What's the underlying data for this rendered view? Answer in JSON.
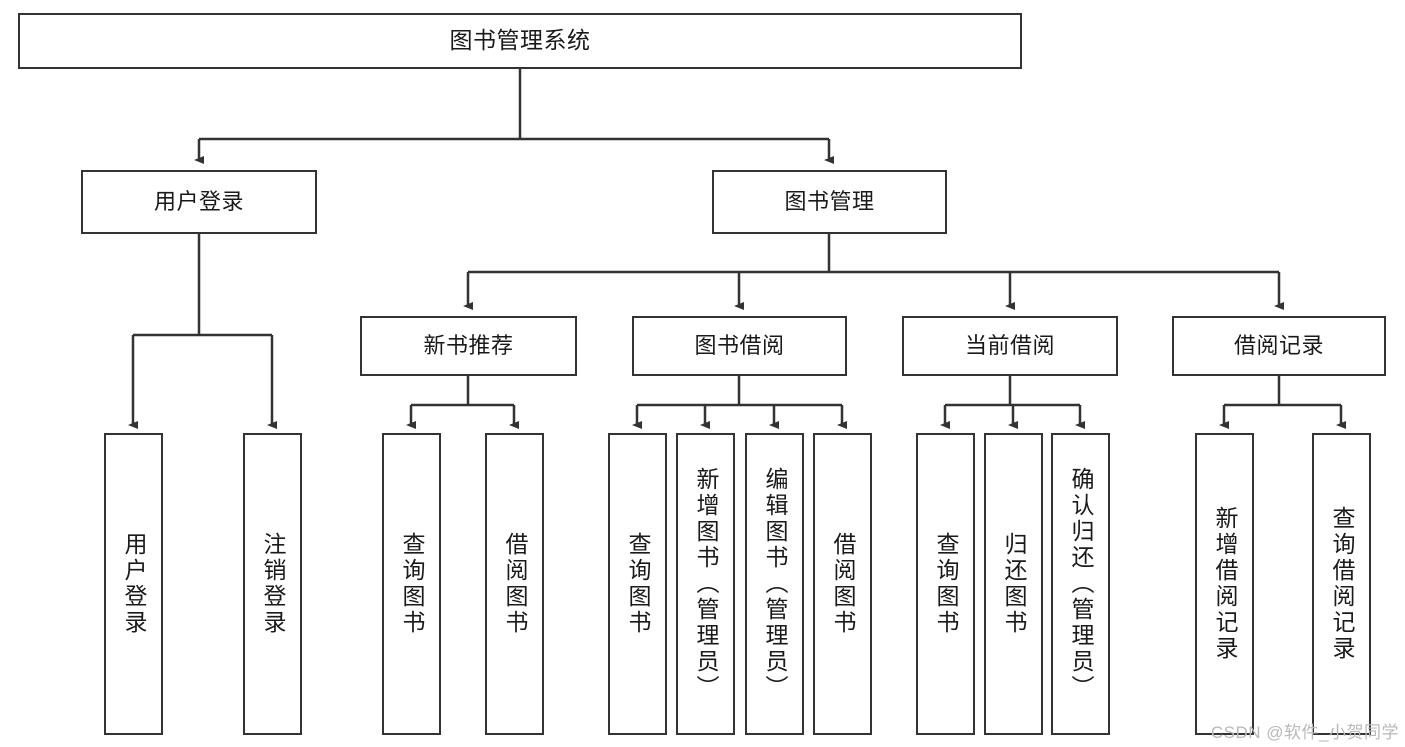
{
  "diagram": {
    "type": "hierarchy-tree",
    "title": "图书管理系统",
    "watermark": "CSDN @软件_小贺同学",
    "colors": {
      "border": "#333333",
      "background": "#ffffff",
      "text": "#1a1a1a",
      "watermark": "#b9b9b9"
    },
    "nodes": {
      "root": {
        "label": "图书管理系统",
        "level": 0
      },
      "level1": [
        {
          "id": "user-login",
          "label": "用户登录"
        },
        {
          "id": "book-manage",
          "label": "图书管理"
        }
      ],
      "level2": [
        {
          "id": "new-book-recommend",
          "label": "新书推荐",
          "parent": "book-manage"
        },
        {
          "id": "book-borrow",
          "label": "图书借阅",
          "parent": "book-manage"
        },
        {
          "id": "current-borrow",
          "label": "当前借阅",
          "parent": "book-manage"
        },
        {
          "id": "borrow-record",
          "label": "借阅记录",
          "parent": "book-manage"
        }
      ],
      "leaves": [
        {
          "id": "leaf-user-login",
          "label": "用户登录",
          "parent": "user-login"
        },
        {
          "id": "leaf-logout-login",
          "label": "注销登录",
          "parent": "user-login"
        },
        {
          "id": "leaf-query-book-1",
          "label": "查询图书",
          "parent": "new-book-recommend"
        },
        {
          "id": "leaf-borrow-book-1",
          "label": "借阅图书",
          "parent": "new-book-recommend"
        },
        {
          "id": "leaf-query-book-2",
          "label": "查询图书",
          "parent": "book-borrow"
        },
        {
          "id": "leaf-add-book",
          "label": "新增图书（管理员）",
          "parent": "book-borrow"
        },
        {
          "id": "leaf-edit-book",
          "label": "编辑图书（管理员）",
          "parent": "book-borrow"
        },
        {
          "id": "leaf-borrow-book-2",
          "label": "借阅图书",
          "parent": "book-borrow"
        },
        {
          "id": "leaf-query-book-3",
          "label": "查询图书",
          "parent": "current-borrow"
        },
        {
          "id": "leaf-return-book",
          "label": "归还图书",
          "parent": "current-borrow"
        },
        {
          "id": "leaf-confirm-return",
          "label": "确认归还（管理员）",
          "parent": "current-borrow"
        },
        {
          "id": "leaf-add-record",
          "label": "新增借阅记录",
          "parent": "borrow-record"
        },
        {
          "id": "leaf-query-record",
          "label": "查询借阅记录",
          "parent": "borrow-record"
        }
      ]
    }
  }
}
